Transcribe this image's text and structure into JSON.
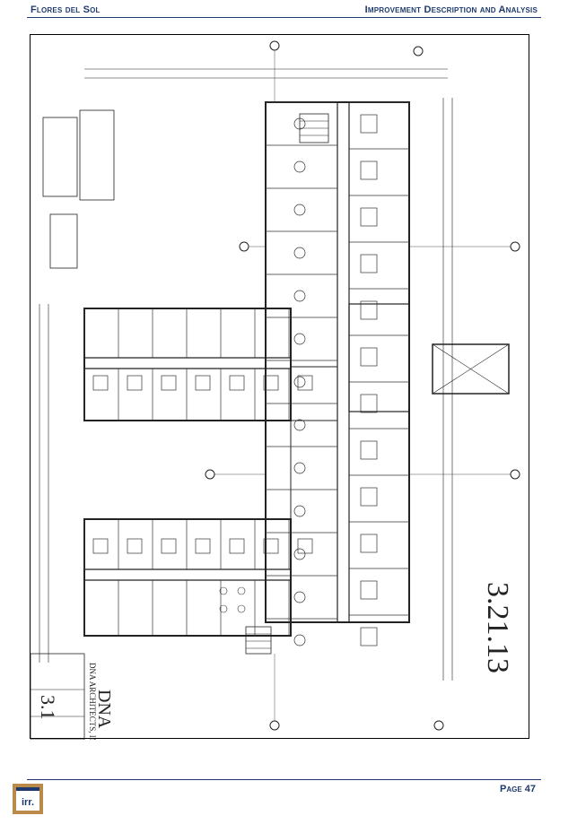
{
  "header": {
    "left_title": "Flores del Sol",
    "right_title": "Improvement Description and Analysis"
  },
  "drawing": {
    "date_stamp": "3.21.13",
    "sheet_number": "3.1",
    "architect_name": "DNA ARCHITECTS, INC",
    "architect_mark": "DNA"
  },
  "footer": {
    "logo_text": "irr.",
    "page_label": "Page 47"
  }
}
